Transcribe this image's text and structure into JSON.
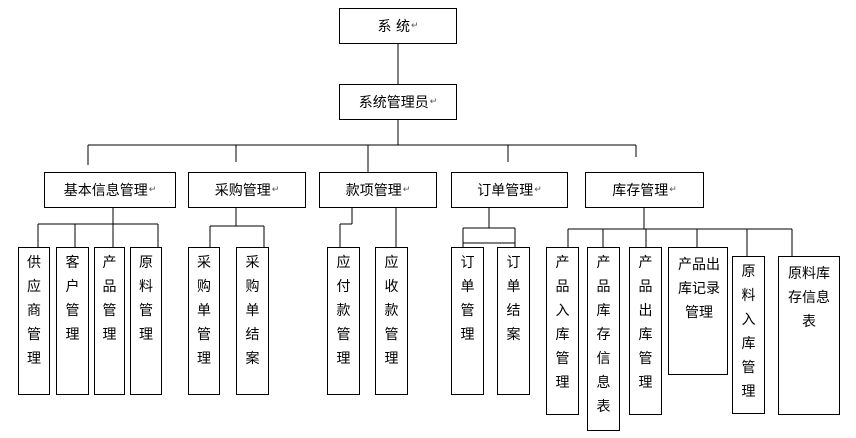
{
  "diagram": {
    "root": {
      "label": "系 统",
      "mark": "↵"
    },
    "admin": {
      "label": "系统管理员",
      "mark": "↵"
    },
    "modules": {
      "basic_info": {
        "label": "基本信息管理",
        "mark": "↵",
        "children": [
          "供应商管理",
          "客户管理",
          "产品管理",
          "原料管理"
        ]
      },
      "purchase": {
        "label": "采购管理",
        "mark": "↵",
        "children": [
          "采购单管理",
          "采购单结案"
        ]
      },
      "payment": {
        "label": "款项管理",
        "mark": "↵",
        "children": [
          "应付款管理",
          "应收款管理"
        ]
      },
      "order": {
        "label": "订单管理",
        "mark": "↵",
        "children": [
          "订单管理",
          "订单结案"
        ]
      },
      "inventory": {
        "label": "库存管理",
        "mark": "↵",
        "children": [
          "产品入库管理",
          "产品库存信息表",
          "产品出库管理",
          "产品出库记录管理",
          "原料入库管理",
          "原料库存信息表"
        ]
      }
    }
  }
}
